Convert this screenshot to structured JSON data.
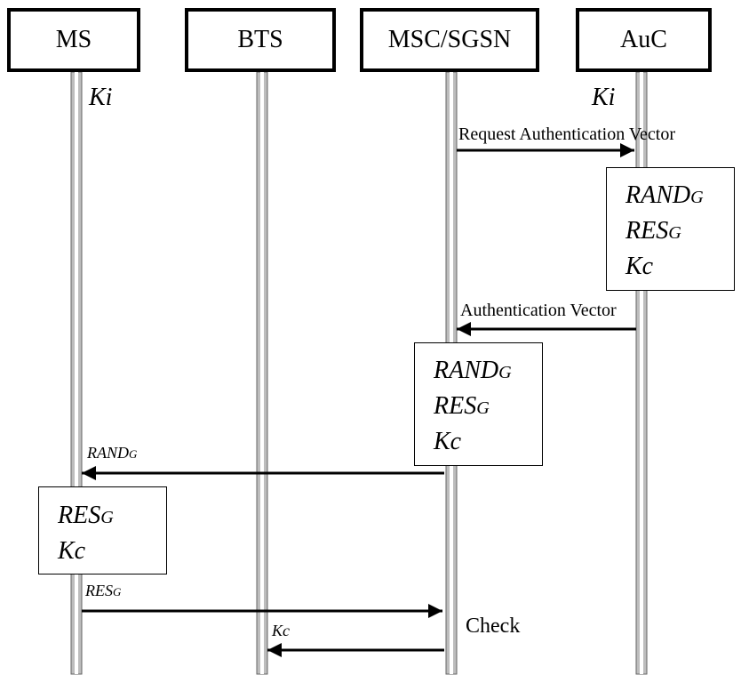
{
  "entities": {
    "ms": "MS",
    "bts": "BTS",
    "msc": "MSC/SGSN",
    "auc": "AuC"
  },
  "keys": {
    "ms_ki": "Ki",
    "auc_ki": "Ki"
  },
  "messages": {
    "request_av": "Request Authentication Vector",
    "av": "Authentication Vector",
    "rand_base": "RAND",
    "rand_sub": "G",
    "res_base": "RES",
    "res_sub": "G",
    "kc": "Kc",
    "check": "Check"
  },
  "boxes": {
    "auc": {
      "rand": "RAND",
      "rand_sub": "G",
      "res": "RES",
      "res_sub": "G",
      "kc": "Kc"
    },
    "msc": {
      "rand": "RAND",
      "rand_sub": "G",
      "res": "RES",
      "res_sub": "G",
      "kc": "Kc"
    },
    "ms": {
      "res": "RES",
      "res_sub": "G",
      "kc": "Kc"
    }
  },
  "colors": {
    "lifeline": "#bdbdbd",
    "stroke": "#000000"
  }
}
